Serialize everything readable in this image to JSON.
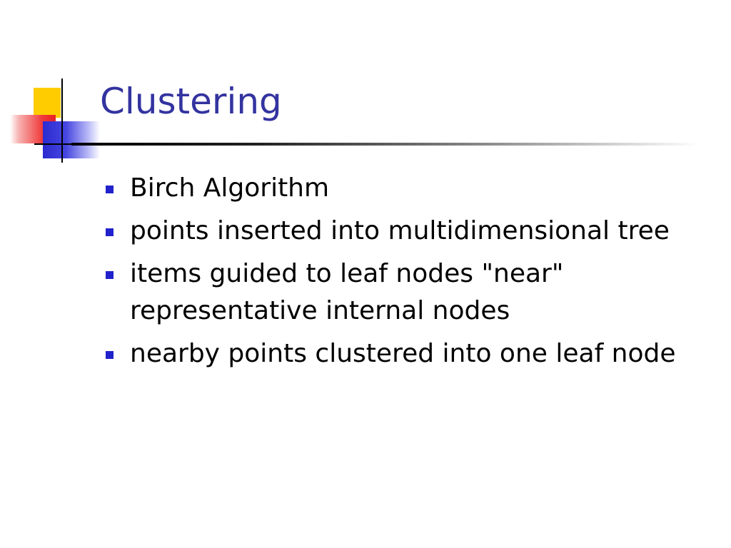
{
  "slide": {
    "title": "Clustering",
    "bullets": [
      {
        "text": "Birch Algorithm"
      },
      {
        "text": "points inserted into multidimensional tree"
      },
      {
        "text": "items guided to leaf nodes \"near\" representative internal nodes"
      },
      {
        "text": "nearby points clustered into one leaf node"
      }
    ]
  },
  "colors": {
    "title": "#3333a0",
    "bullet_marker": "#2222cc",
    "logo_yellow": "#ffcc00",
    "logo_red": "#e82020",
    "logo_blue": "#2b2bd0"
  }
}
